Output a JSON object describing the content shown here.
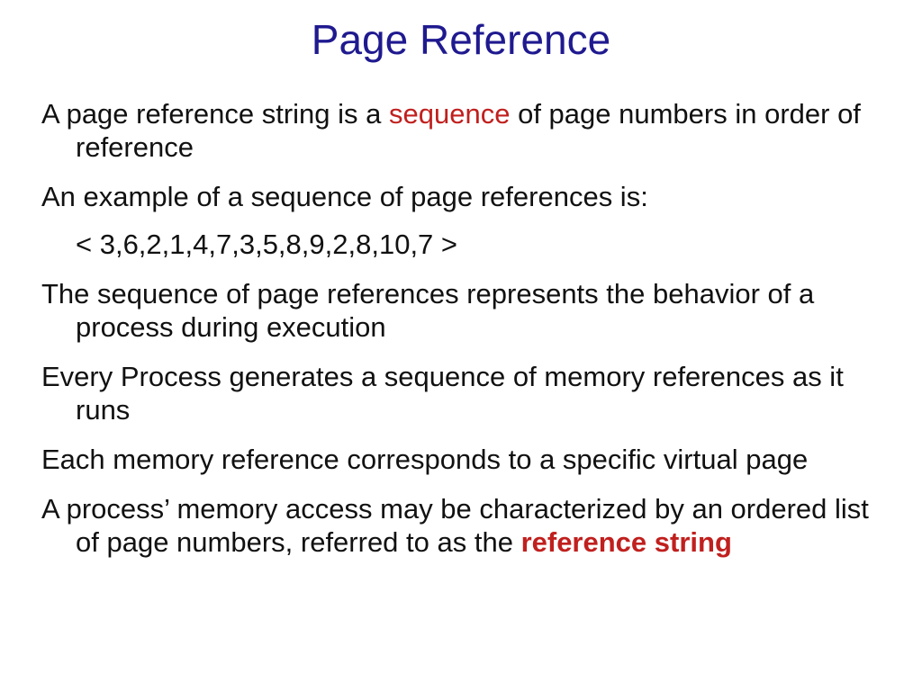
{
  "slide": {
    "title": "Page Reference",
    "items": [
      {
        "before": "A page reference string is a ",
        "highlight": "sequence",
        "after": " of page numbers in order of reference"
      },
      {
        "text": "An example of a sequence of page references is:"
      },
      {
        "text": "< 3,6,2,1,4,7,3,5,8,9,2,8,10,7 >"
      },
      {
        "text": "The sequence of page references represents the behavior of a process during execution"
      },
      {
        "text": "Every Process generates a sequence of memory references as it runs"
      },
      {
        "text": "Each memory reference corresponds to a specific virtual page"
      },
      {
        "before": "A process’ memory access may be characterized by an ordered list of page numbers, referred to as the ",
        "highlight": "reference string"
      }
    ],
    "colors": {
      "title": "#1f1a8f",
      "highlight": "#c0201e",
      "text": "#111111",
      "background": "#ffffff"
    }
  }
}
